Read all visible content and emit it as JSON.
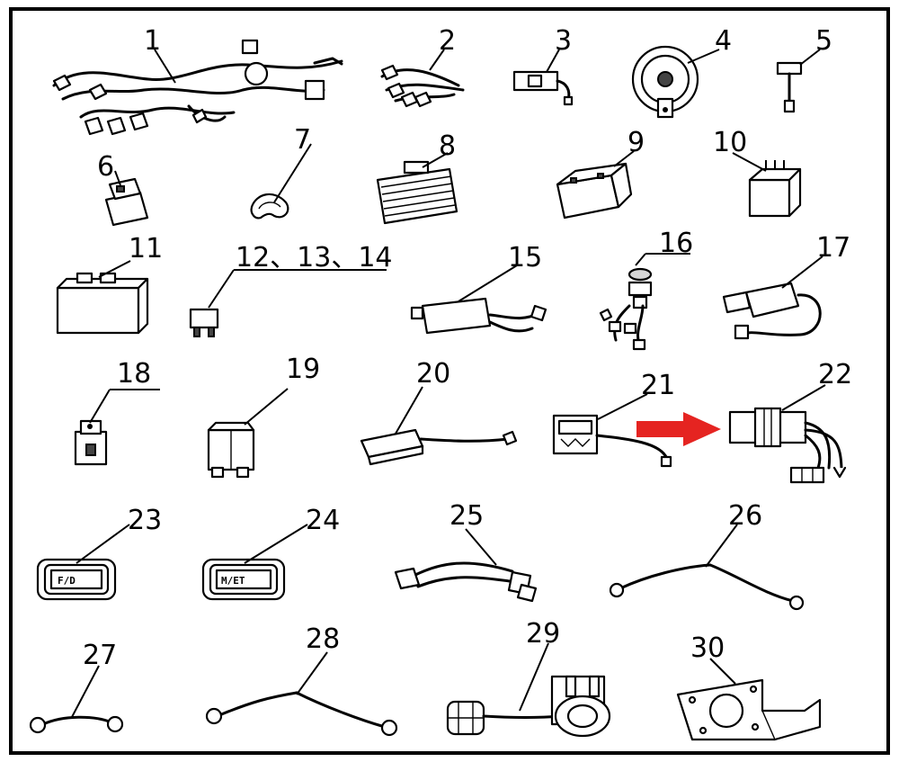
{
  "callouts": {
    "c1": "1",
    "c2": "2",
    "c3": "3",
    "c4": "4",
    "c5": "5",
    "c6": "6",
    "c7": "7",
    "c8": "8",
    "c9": "9",
    "c10": "10",
    "c11": "11",
    "c12": "12、13、14",
    "c15": "15",
    "c16": "16",
    "c17": "17",
    "c18": "18",
    "c19": "19",
    "c20": "20",
    "c21": "21",
    "c22": "22",
    "c23": "23",
    "c24": "24",
    "c25": "25",
    "c26": "26",
    "c27": "27",
    "c28": "28",
    "c29": "29",
    "c30": "30"
  },
  "switch_labels": {
    "s23": "F/D",
    "s24": "M/ET"
  },
  "colors": {
    "highlight_arrow": "#e52421",
    "line": "#000000",
    "background": "#ffffff"
  }
}
